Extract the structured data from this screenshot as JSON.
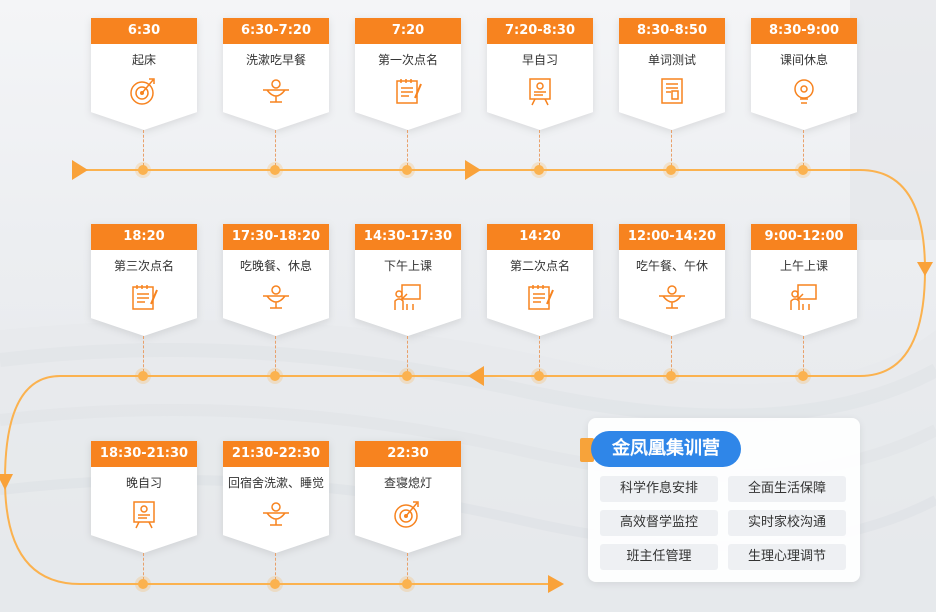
{
  "schedule": {
    "row1": [
      {
        "time": "6:30",
        "label": "起床",
        "icon": "alarm-target-icon"
      },
      {
        "time": "6:30-7:20",
        "label": "洗漱吃早餐",
        "icon": "meal-tray-icon"
      },
      {
        "time": "7:20",
        "label": "第一次点名",
        "icon": "roll-call-sheet-icon"
      },
      {
        "time": "7:20-8:30",
        "label": "早自习",
        "icon": "study-board-icon"
      },
      {
        "time": "8:30-8:50",
        "label": "单词测试",
        "icon": "test-paper-icon"
      },
      {
        "time": "8:30-9:00",
        "label": "课间休息",
        "icon": "lightbulb-gear-icon"
      }
    ],
    "row2": [
      {
        "time": "18:20",
        "label": "第三次点名",
        "icon": "roll-call-sheet-icon"
      },
      {
        "time": "17:30-18:20",
        "label": "吃晚餐、休息",
        "icon": "meal-tray-icon"
      },
      {
        "time": "14:30-17:30",
        "label": "下午上课",
        "icon": "teacher-class-icon"
      },
      {
        "time": "14:20",
        "label": "第二次点名",
        "icon": "roll-call-sheet-icon"
      },
      {
        "time": "12:00-14:20",
        "label": "吃午餐、午休",
        "icon": "meal-tray-icon"
      },
      {
        "time": "9:00-12:00",
        "label": "上午上课",
        "icon": "teacher-class-icon"
      }
    ],
    "row3": [
      {
        "time": "18:30-21:30",
        "label": "晚自习",
        "icon": "study-board-icon"
      },
      {
        "time": "21:30-22:30",
        "label": "回宿舍洗漱、睡觉",
        "icon": "meal-tray-icon"
      },
      {
        "time": "22:30",
        "label": "查寝熄灯",
        "icon": "alarm-target-icon"
      }
    ]
  },
  "panel": {
    "title": "金凤凰集训营",
    "tags": [
      "科学作息安排",
      "全面生活保障",
      "高效督学监控",
      "实时家校沟通",
      "班主任管理",
      "生理心理调节"
    ]
  },
  "colors": {
    "accent": "#f7831f",
    "track": "#fbb24f",
    "title_bg": "#2f86e8"
  }
}
